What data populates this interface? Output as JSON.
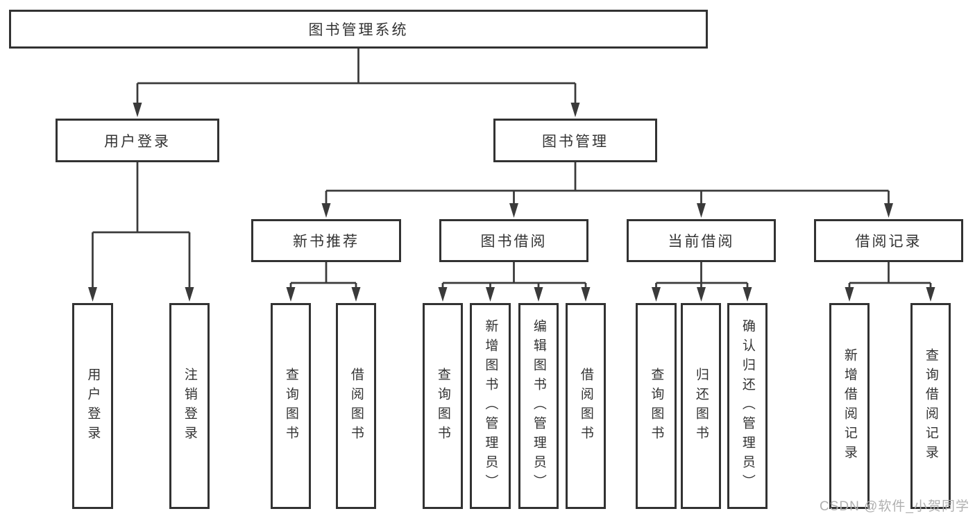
{
  "diagram": {
    "root": {
      "label": "图书管理系统",
      "children": [
        {
          "label": "用户登录",
          "children": [
            {
              "label": "用户登录"
            },
            {
              "label": "注销登录"
            }
          ]
        },
        {
          "label": "图书管理",
          "children": [
            {
              "label": "新书推荐",
              "children": [
                {
                  "label": "查询图书"
                },
                {
                  "label": "借阅图书"
                }
              ]
            },
            {
              "label": "图书借阅",
              "children": [
                {
                  "label": "查询图书"
                },
                {
                  "label": "新增图书（管理员）"
                },
                {
                  "label": "编辑图书（管理员）"
                },
                {
                  "label": "借阅图书"
                }
              ]
            },
            {
              "label": "当前借阅",
              "children": [
                {
                  "label": "查询图书"
                },
                {
                  "label": "归还图书"
                },
                {
                  "label": "确认归还（管理员）"
                }
              ]
            },
            {
              "label": "借阅记录",
              "children": [
                {
                  "label": "新增借阅记录"
                },
                {
                  "label": "查询借阅记录"
                }
              ]
            }
          ]
        }
      ]
    }
  },
  "watermark": {
    "text": "CSDN @软件_小贺同学"
  },
  "colors": {
    "line": "#3a3a3a",
    "box_border": "#323232",
    "text": "#333333",
    "watermark": "#b0b0b0",
    "background": "#ffffff"
  }
}
